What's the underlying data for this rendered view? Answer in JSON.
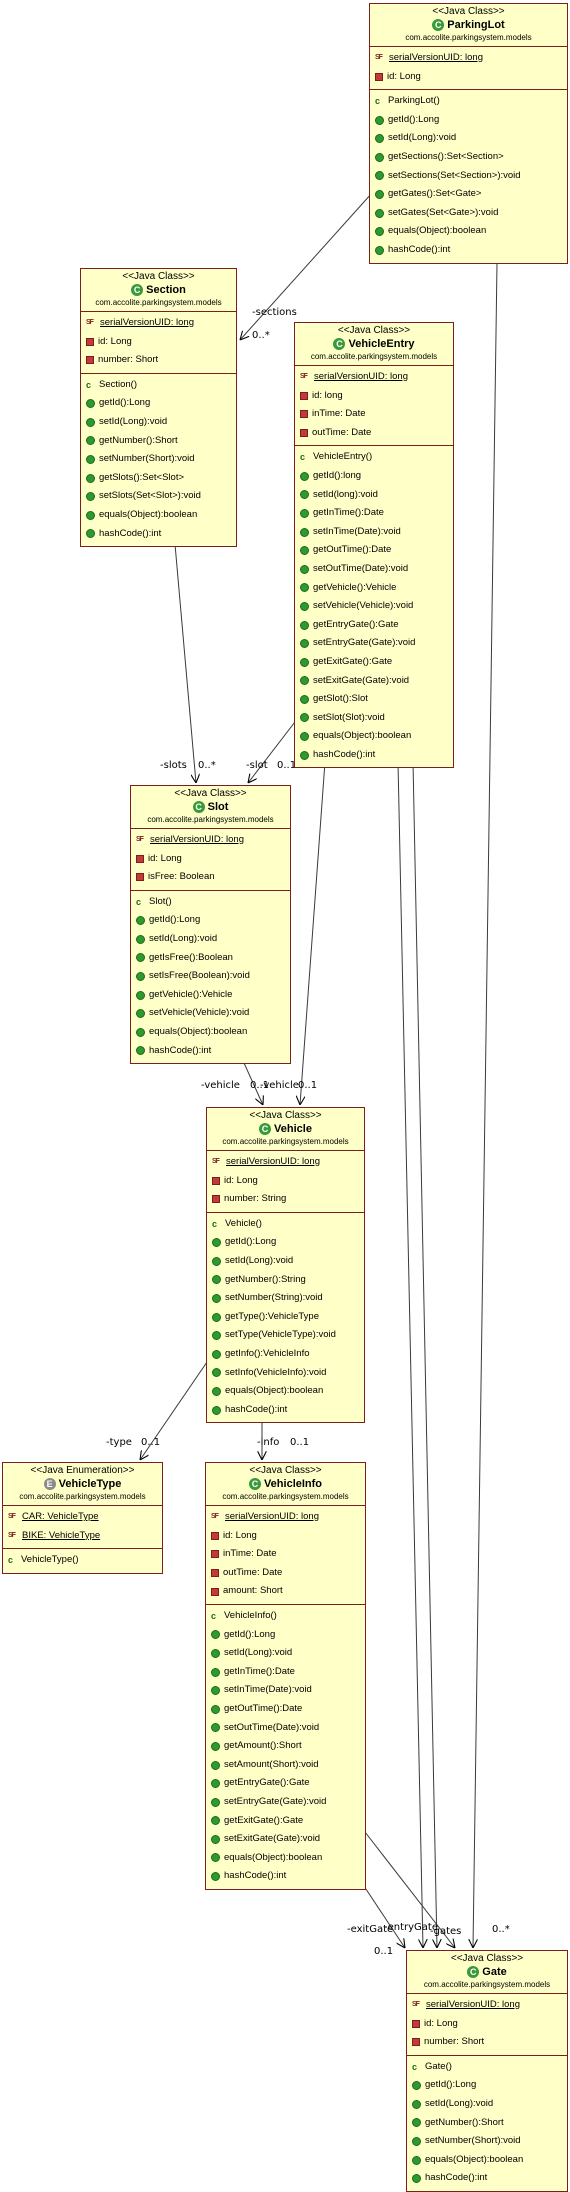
{
  "classes": [
    {
      "id": "parkinglot",
      "kind": "class",
      "stereotype": "<<Java Class>>",
      "name": "ParkingLot",
      "package": "com.accolite.parkingsystem.models",
      "attributes": [
        {
          "vis": "sf",
          "text": "serialVersionUID: long",
          "static": true
        },
        {
          "vis": "private",
          "text": "id: Long"
        }
      ],
      "methods": [
        {
          "vis": "ctor",
          "text": "ParkingLot()"
        },
        {
          "vis": "public",
          "text": "getId():Long"
        },
        {
          "vis": "public",
          "text": "setId(Long):void"
        },
        {
          "vis": "public",
          "text": "getSections():Set<Section>"
        },
        {
          "vis": "public",
          "text": "setSections(Set<Section>):void"
        },
        {
          "vis": "public",
          "text": "getGates():Set<Gate>"
        },
        {
          "vis": "public",
          "text": "setGates(Set<Gate>):void"
        },
        {
          "vis": "public",
          "text": "equals(Object):boolean"
        },
        {
          "vis": "public",
          "text": "hashCode():int"
        }
      ]
    },
    {
      "id": "section",
      "kind": "class",
      "stereotype": "<<Java Class>>",
      "name": "Section",
      "package": "com.accolite.parkingsystem.models",
      "attributes": [
        {
          "vis": "sf",
          "text": "serialVersionUID: long",
          "static": true
        },
        {
          "vis": "private",
          "text": "id: Long"
        },
        {
          "vis": "private",
          "text": "number: Short"
        }
      ],
      "methods": [
        {
          "vis": "ctor",
          "text": "Section()"
        },
        {
          "vis": "public",
          "text": "getId():Long"
        },
        {
          "vis": "public",
          "text": "setId(Long):void"
        },
        {
          "vis": "public",
          "text": "getNumber():Short"
        },
        {
          "vis": "public",
          "text": "setNumber(Short):void"
        },
        {
          "vis": "public",
          "text": "getSlots():Set<Slot>"
        },
        {
          "vis": "public",
          "text": "setSlots(Set<Slot>):void"
        },
        {
          "vis": "public",
          "text": "equals(Object):boolean"
        },
        {
          "vis": "public",
          "text": "hashCode():int"
        }
      ]
    },
    {
      "id": "vehicleentry",
      "kind": "class",
      "stereotype": "<<Java Class>>",
      "name": "VehicleEntry",
      "package": "com.accolite.parkingsystem.models",
      "attributes": [
        {
          "vis": "sf",
          "text": "serialVersionUID: long",
          "static": true
        },
        {
          "vis": "private",
          "text": "id: long"
        },
        {
          "vis": "private",
          "text": "inTime: Date"
        },
        {
          "vis": "private",
          "text": "outTime: Date"
        }
      ],
      "methods": [
        {
          "vis": "ctor",
          "text": "VehicleEntry()"
        },
        {
          "vis": "public",
          "text": "getId():long"
        },
        {
          "vis": "public",
          "text": "setId(long):void"
        },
        {
          "vis": "public",
          "text": "getInTime():Date"
        },
        {
          "vis": "public",
          "text": "setInTime(Date):void"
        },
        {
          "vis": "public",
          "text": "getOutTime():Date"
        },
        {
          "vis": "public",
          "text": "setOutTime(Date):void"
        },
        {
          "vis": "public",
          "text": "getVehicle():Vehicle"
        },
        {
          "vis": "public",
          "text": "setVehicle(Vehicle):void"
        },
        {
          "vis": "public",
          "text": "getEntryGate():Gate"
        },
        {
          "vis": "public",
          "text": "setEntryGate(Gate):void"
        },
        {
          "vis": "public",
          "text": "getExitGate():Gate"
        },
        {
          "vis": "public",
          "text": "setExitGate(Gate):void"
        },
        {
          "vis": "public",
          "text": "getSlot():Slot"
        },
        {
          "vis": "public",
          "text": "setSlot(Slot):void"
        },
        {
          "vis": "public",
          "text": "equals(Object):boolean"
        },
        {
          "vis": "public",
          "text": "hashCode():int"
        }
      ]
    },
    {
      "id": "slot",
      "kind": "class",
      "stereotype": "<<Java Class>>",
      "name": "Slot",
      "package": "com.accolite.parkingsystem.models",
      "attributes": [
        {
          "vis": "sf",
          "text": "serialVersionUID: long",
          "static": true
        },
        {
          "vis": "private",
          "text": "id: Long"
        },
        {
          "vis": "private",
          "text": "isFree: Boolean"
        }
      ],
      "methods": [
        {
          "vis": "ctor",
          "text": "Slot()"
        },
        {
          "vis": "public",
          "text": "getId():Long"
        },
        {
          "vis": "public",
          "text": "setId(Long):void"
        },
        {
          "vis": "public",
          "text": "getIsFree():Boolean"
        },
        {
          "vis": "public",
          "text": "setIsFree(Boolean):void"
        },
        {
          "vis": "public",
          "text": "getVehicle():Vehicle"
        },
        {
          "vis": "public",
          "text": "setVehicle(Vehicle):void"
        },
        {
          "vis": "public",
          "text": "equals(Object):boolean"
        },
        {
          "vis": "public",
          "text": "hashCode():int"
        }
      ]
    },
    {
      "id": "vehicle",
      "kind": "class",
      "stereotype": "<<Java Class>>",
      "name": "Vehicle",
      "package": "com.accolite.parkingsystem.models",
      "attributes": [
        {
          "vis": "sf",
          "text": "serialVersionUID: long",
          "static": true
        },
        {
          "vis": "private",
          "text": "id: Long"
        },
        {
          "vis": "private",
          "text": "number: String"
        }
      ],
      "methods": [
        {
          "vis": "ctor",
          "text": "Vehicle()"
        },
        {
          "vis": "public",
          "text": "getId():Long"
        },
        {
          "vis": "public",
          "text": "setId(Long):void"
        },
        {
          "vis": "public",
          "text": "getNumber():String"
        },
        {
          "vis": "public",
          "text": "setNumber(String):void"
        },
        {
          "vis": "public",
          "text": "getType():VehicleType"
        },
        {
          "vis": "public",
          "text": "setType(VehicleType):void"
        },
        {
          "vis": "public",
          "text": "getInfo():VehicleInfo"
        },
        {
          "vis": "public",
          "text": "setInfo(VehicleInfo):void"
        },
        {
          "vis": "public",
          "text": "equals(Object):boolean"
        },
        {
          "vis": "public",
          "text": "hashCode():int"
        }
      ]
    },
    {
      "id": "vehicletype",
      "kind": "enum",
      "stereotype": "<<Java Enumeration>>",
      "name": "VehicleType",
      "package": "com.accolite.parkingsystem.models",
      "attributes": [
        {
          "vis": "sf",
          "text": "CAR: VehicleType",
          "static": true
        },
        {
          "vis": "sf",
          "text": "BIKE: VehicleType",
          "static": true
        }
      ],
      "methods": [
        {
          "vis": "ctor",
          "text": "VehicleType()"
        }
      ]
    },
    {
      "id": "vehicleinfo",
      "kind": "class",
      "stereotype": "<<Java Class>>",
      "name": "VehicleInfo",
      "package": "com.accolite.parkingsystem.models",
      "attributes": [
        {
          "vis": "sf",
          "text": "serialVersionUID: long",
          "static": true
        },
        {
          "vis": "private",
          "text": "id: Long"
        },
        {
          "vis": "private",
          "text": "inTime: Date"
        },
        {
          "vis": "private",
          "text": "outTime: Date"
        },
        {
          "vis": "private",
          "text": "amount: Short"
        }
      ],
      "methods": [
        {
          "vis": "ctor",
          "text": "VehicleInfo()"
        },
        {
          "vis": "public",
          "text": "getId():Long"
        },
        {
          "vis": "public",
          "text": "setId(Long):void"
        },
        {
          "vis": "public",
          "text": "getInTime():Date"
        },
        {
          "vis": "public",
          "text": "setInTime(Date):void"
        },
        {
          "vis": "public",
          "text": "getOutTime():Date"
        },
        {
          "vis": "public",
          "text": "setOutTime(Date):void"
        },
        {
          "vis": "public",
          "text": "getAmount():Short"
        },
        {
          "vis": "public",
          "text": "setAmount(Short):void"
        },
        {
          "vis": "public",
          "text": "getEntryGate():Gate"
        },
        {
          "vis": "public",
          "text": "setEntryGate(Gate):void"
        },
        {
          "vis": "public",
          "text": "getExitGate():Gate"
        },
        {
          "vis": "public",
          "text": "setExitGate(Gate):void"
        },
        {
          "vis": "public",
          "text": "equals(Object):boolean"
        },
        {
          "vis": "public",
          "text": "hashCode():int"
        }
      ]
    },
    {
      "id": "gate",
      "kind": "class",
      "stereotype": "<<Java Class>>",
      "name": "Gate",
      "package": "com.accolite.parkingsystem.models",
      "attributes": [
        {
          "vis": "sf",
          "text": "serialVersionUID: long",
          "static": true
        },
        {
          "vis": "private",
          "text": "id: Long"
        },
        {
          "vis": "private",
          "text": "number: Short"
        }
      ],
      "methods": [
        {
          "vis": "ctor",
          "text": "Gate()"
        },
        {
          "vis": "public",
          "text": "getId():Long"
        },
        {
          "vis": "public",
          "text": "setId(Long):void"
        },
        {
          "vis": "public",
          "text": "getNumber():Short"
        },
        {
          "vis": "public",
          "text": "setNumber(Short):void"
        },
        {
          "vis": "public",
          "text": "equals(Object):boolean"
        },
        {
          "vis": "public",
          "text": "hashCode():int"
        }
      ]
    }
  ],
  "edge_labels": {
    "parkinglot_sections": {
      "role": "-sections",
      "mult": "0..*"
    },
    "section_slots": {
      "role": "-slots",
      "mult": "0..*"
    },
    "entry_slot": {
      "role": "-slot",
      "mult": "0..1"
    },
    "slot_vehicle": {
      "role": "-vehicle",
      "mult": "0..1"
    },
    "entry_vehicle": {
      "role": "-vehicle",
      "mult": "0..1"
    },
    "vehicle_type": {
      "role": "-type",
      "mult": "0..1"
    },
    "vehicle_info": {
      "role": "-info",
      "mult": "0..1"
    },
    "gate_cluster": {
      "role1": "-exitGate",
      "role2": "-entryGate",
      "role3": "-gates",
      "mult1": "0..1",
      "mult2": "0..*"
    }
  },
  "colors": {
    "box_fill": "#ffffc8",
    "box_border": "#7a1e1e",
    "class_icon": "#3a9a3a",
    "enum_icon": "#8a8a8a",
    "private_marker": "#c23a3a",
    "public_marker": "#2e9a2e"
  }
}
